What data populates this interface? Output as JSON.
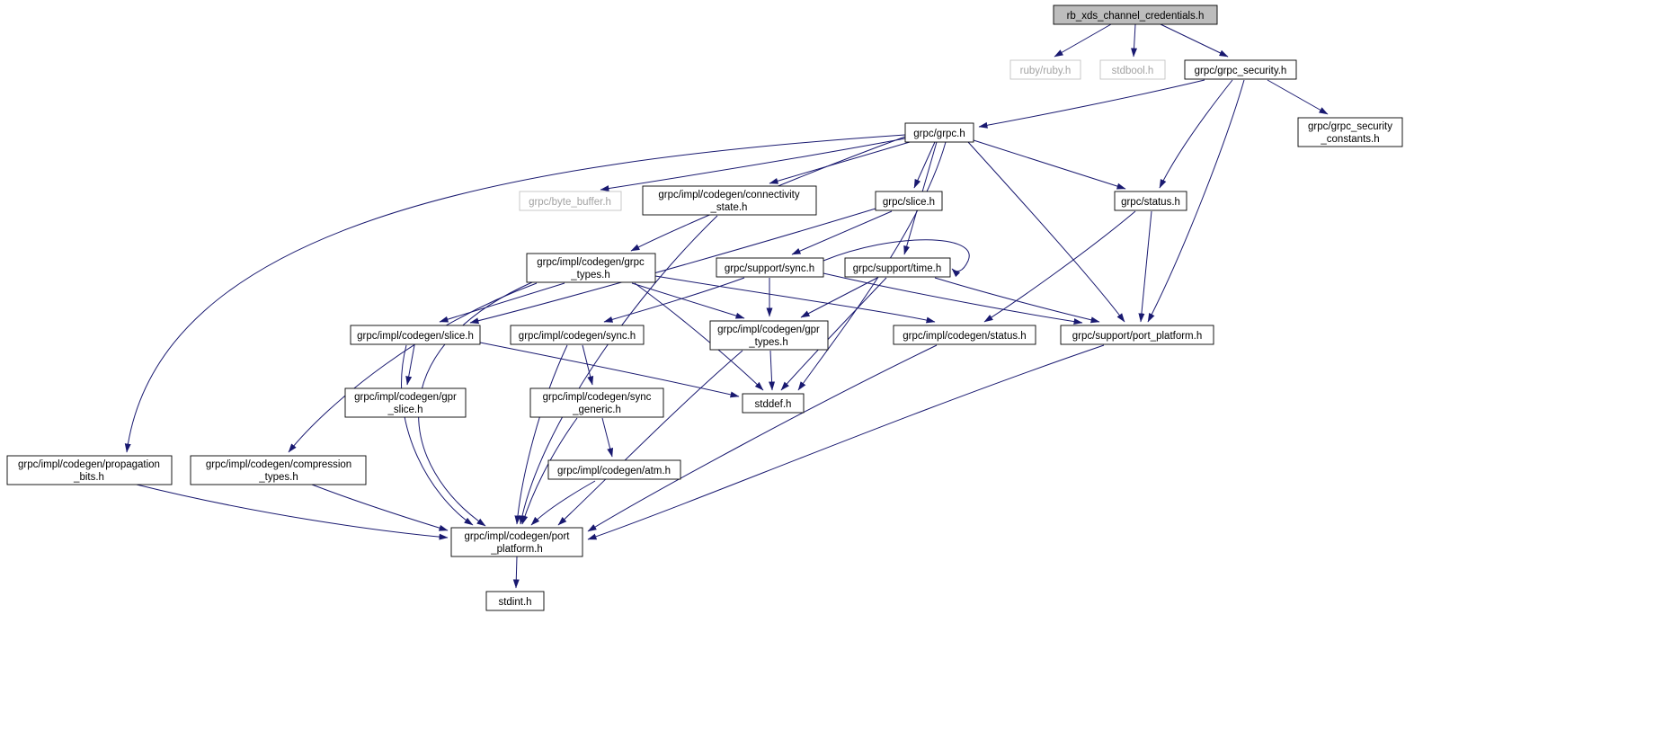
{
  "graph": {
    "type": "include-dependency-graph",
    "colors": {
      "edge": "#191970",
      "root_fill": "#bdbdbd",
      "external_text": "#a3a3a3",
      "node_border": "#000000",
      "background": "#ffffff"
    },
    "nodes": [
      {
        "label": "rb_xds_channel_credentials.h",
        "line1": "rb_xds_channel_credentials.h",
        "type": "root"
      },
      {
        "label": "ruby/ruby.h",
        "line1": "ruby/ruby.h",
        "type": "external"
      },
      {
        "label": "stdbool.h",
        "line1": "stdbool.h",
        "type": "external"
      },
      {
        "label": "grpc/grpc_security.h",
        "line1": "grpc/grpc_security.h",
        "type": "internal"
      },
      {
        "label": "grpc/grpc_security_constants.h",
        "line1": "grpc/grpc_security",
        "line2": "_constants.h",
        "type": "internal"
      },
      {
        "label": "grpc/grpc.h",
        "line1": "grpc/grpc.h",
        "type": "internal"
      },
      {
        "label": "grpc/byte_buffer.h",
        "line1": "grpc/byte_buffer.h",
        "type": "external"
      },
      {
        "label": "grpc/impl/codegen/connectivity_state.h",
        "line1": "grpc/impl/codegen/connectivity",
        "line2": "_state.h",
        "type": "internal"
      },
      {
        "label": "grpc/slice.h",
        "line1": "grpc/slice.h",
        "type": "internal"
      },
      {
        "label": "grpc/status.h",
        "line1": "grpc/status.h",
        "type": "internal"
      },
      {
        "label": "grpc/impl/codegen/grpc_types.h",
        "line1": "grpc/impl/codegen/grpc",
        "line2": "_types.h",
        "type": "internal"
      },
      {
        "label": "grpc/support/sync.h",
        "line1": "grpc/support/sync.h",
        "type": "internal"
      },
      {
        "label": "grpc/support/time.h",
        "line1": "grpc/support/time.h",
        "type": "internal"
      },
      {
        "label": "grpc/impl/codegen/slice.h",
        "line1": "grpc/impl/codegen/slice.h",
        "type": "internal"
      },
      {
        "label": "grpc/impl/codegen/sync.h",
        "line1": "grpc/impl/codegen/sync.h",
        "type": "internal"
      },
      {
        "label": "grpc/impl/codegen/gpr_types.h",
        "line1": "grpc/impl/codegen/gpr",
        "line2": "_types.h",
        "type": "internal"
      },
      {
        "label": "grpc/impl/codegen/status.h",
        "line1": "grpc/impl/codegen/status.h",
        "type": "internal"
      },
      {
        "label": "grpc/support/port_platform.h",
        "line1": "grpc/support/port_platform.h",
        "type": "internal"
      },
      {
        "label": "grpc/impl/codegen/gpr_slice.h",
        "line1": "grpc/impl/codegen/gpr",
        "line2": "_slice.h",
        "type": "internal"
      },
      {
        "label": "grpc/impl/codegen/sync_generic.h",
        "line1": "grpc/impl/codegen/sync",
        "line2": "_generic.h",
        "type": "internal"
      },
      {
        "label": "stddef.h",
        "line1": "stddef.h",
        "type": "system"
      },
      {
        "label": "grpc/impl/codegen/propagation_bits.h",
        "line1": "grpc/impl/codegen/propagation",
        "line2": "_bits.h",
        "type": "internal"
      },
      {
        "label": "grpc/impl/codegen/compression_types.h",
        "line1": "grpc/impl/codegen/compression",
        "line2": "_types.h",
        "type": "internal"
      },
      {
        "label": "grpc/impl/codegen/atm.h",
        "line1": "grpc/impl/codegen/atm.h",
        "type": "internal"
      },
      {
        "label": "grpc/impl/codegen/port_platform.h",
        "line1": "grpc/impl/codegen/port",
        "line2": "_platform.h",
        "type": "internal"
      },
      {
        "label": "stdint.h",
        "line1": "stdint.h",
        "type": "system"
      }
    ],
    "edges": [
      {
        "from": "rb_xds_channel_credentials.h",
        "to": "ruby/ruby.h"
      },
      {
        "from": "rb_xds_channel_credentials.h",
        "to": "stdbool.h"
      },
      {
        "from": "rb_xds_channel_credentials.h",
        "to": "grpc/grpc_security.h"
      },
      {
        "from": "grpc/grpc_security.h",
        "to": "grpc/grpc.h"
      },
      {
        "from": "grpc/grpc_security.h",
        "to": "grpc/grpc_security_constants.h"
      },
      {
        "from": "grpc/grpc_security.h",
        "to": "grpc/status.h"
      },
      {
        "from": "grpc/grpc_security.h",
        "to": "grpc/support/port_platform.h"
      },
      {
        "from": "grpc/grpc.h",
        "to": "grpc/byte_buffer.h"
      },
      {
        "from": "grpc/grpc.h",
        "to": "grpc/impl/codegen/connectivity_state.h"
      },
      {
        "from": "grpc/grpc.h",
        "to": "grpc/slice.h"
      },
      {
        "from": "grpc/grpc.h",
        "to": "grpc/status.h"
      },
      {
        "from": "grpc/grpc.h",
        "to": "grpc/impl/codegen/grpc_types.h"
      },
      {
        "from": "grpc/grpc.h",
        "to": "grpc/support/time.h"
      },
      {
        "from": "grpc/grpc.h",
        "to": "grpc/support/port_platform.h"
      },
      {
        "from": "grpc/grpc.h",
        "to": "stddef.h"
      },
      {
        "from": "grpc/grpc.h",
        "to": "grpc/impl/codegen/propagation_bits.h"
      },
      {
        "from": "grpc/slice.h",
        "to": "grpc/impl/codegen/slice.h"
      },
      {
        "from": "grpc/slice.h",
        "to": "grpc/support/sync.h"
      },
      {
        "from": "grpc/status.h",
        "to": "grpc/impl/codegen/status.h"
      },
      {
        "from": "grpc/status.h",
        "to": "grpc/support/port_platform.h"
      },
      {
        "from": "grpc/impl/codegen/connectivity_state.h",
        "to": "grpc/impl/codegen/port_platform.h"
      },
      {
        "from": "grpc/impl/codegen/grpc_types.h",
        "to": "grpc/impl/codegen/slice.h"
      },
      {
        "from": "grpc/impl/codegen/grpc_types.h",
        "to": "grpc/impl/codegen/gpr_types.h"
      },
      {
        "from": "grpc/impl/codegen/grpc_types.h",
        "to": "grpc/impl/codegen/status.h"
      },
      {
        "from": "grpc/impl/codegen/grpc_types.h",
        "to": "grpc/impl/codegen/compression_types.h"
      },
      {
        "from": "grpc/impl/codegen/grpc_types.h",
        "to": "stddef.h"
      },
      {
        "from": "grpc/impl/codegen/grpc_types.h",
        "to": "grpc/impl/codegen/port_platform.h"
      },
      {
        "from": "grpc/support/sync.h",
        "to": "grpc/impl/codegen/gpr_types.h"
      },
      {
        "from": "grpc/support/sync.h",
        "to": "grpc/impl/codegen/sync.h"
      },
      {
        "from": "grpc/support/sync.h",
        "to": "grpc/support/port_platform.h"
      },
      {
        "from": "grpc/support/sync.h",
        "to": "grpc/support/time.h"
      },
      {
        "from": "grpc/support/time.h",
        "to": "grpc/impl/codegen/gpr_types.h"
      },
      {
        "from": "grpc/support/time.h",
        "to": "grpc/support/port_platform.h"
      },
      {
        "from": "grpc/support/time.h",
        "to": "stddef.h"
      },
      {
        "from": "grpc/impl/codegen/slice.h",
        "to": "grpc/impl/codegen/gpr_slice.h"
      },
      {
        "from": "grpc/impl/codegen/slice.h",
        "to": "stddef.h"
      },
      {
        "from": "grpc/impl/codegen/slice.h",
        "to": "grpc/impl/codegen/port_platform.h"
      },
      {
        "from": "grpc/impl/codegen/sync.h",
        "to": "grpc/impl/codegen/sync_generic.h"
      },
      {
        "from": "grpc/impl/codegen/sync.h",
        "to": "grpc/impl/codegen/port_platform.h"
      },
      {
        "from": "grpc/impl/codegen/gpr_types.h",
        "to": "stddef.h"
      },
      {
        "from": "grpc/impl/codegen/gpr_types.h",
        "to": "grpc/impl/codegen/port_platform.h"
      },
      {
        "from": "grpc/impl/codegen/status.h",
        "to": "grpc/impl/codegen/port_platform.h"
      },
      {
        "from": "grpc/support/port_platform.h",
        "to": "grpc/impl/codegen/port_platform.h"
      },
      {
        "from": "grpc/impl/codegen/sync_generic.h",
        "to": "grpc/impl/codegen/atm.h"
      },
      {
        "from": "grpc/impl/codegen/sync_generic.h",
        "to": "grpc/impl/codegen/port_platform.h"
      },
      {
        "from": "grpc/impl/codegen/atm.h",
        "to": "grpc/impl/codegen/port_platform.h"
      },
      {
        "from": "grpc/impl/codegen/propagation_bits.h",
        "to": "grpc/impl/codegen/port_platform.h"
      },
      {
        "from": "grpc/impl/codegen/compression_types.h",
        "to": "grpc/impl/codegen/port_platform.h"
      },
      {
        "from": "grpc/impl/codegen/port_platform.h",
        "to": "stdint.h"
      }
    ]
  }
}
